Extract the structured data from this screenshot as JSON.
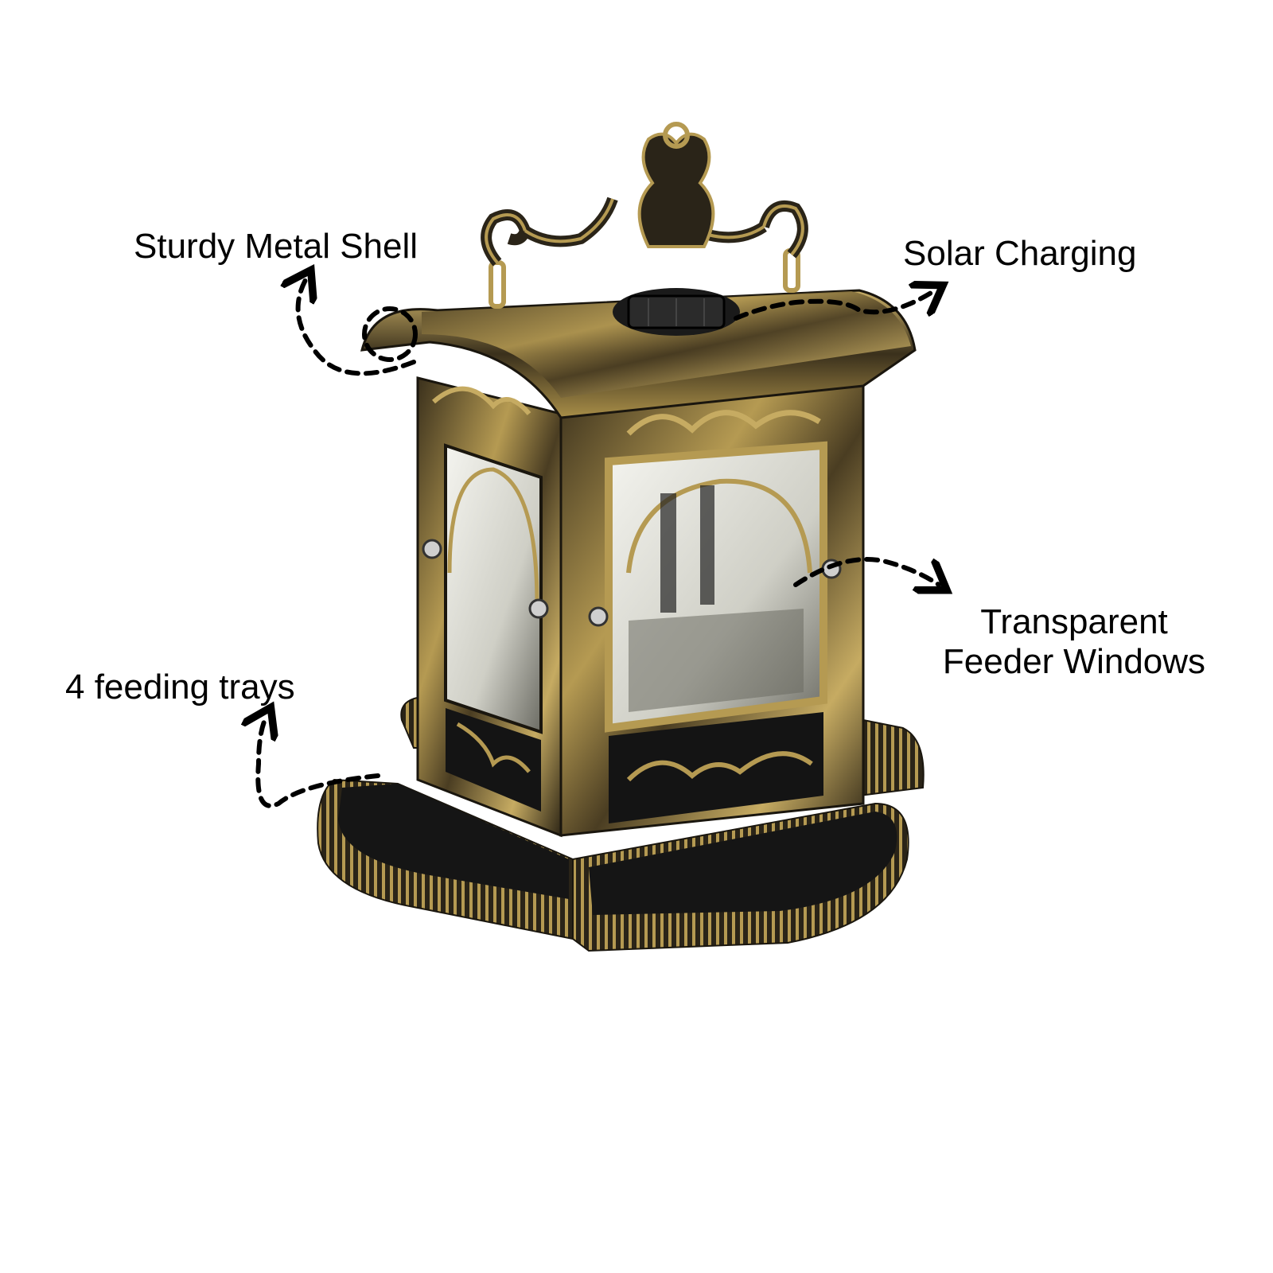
{
  "callouts": {
    "shell": "Sturdy Metal Shell",
    "solar": "Solar Charging",
    "windows_line1": "Transparent",
    "windows_line2": "Feeder Windows",
    "trays": "4 feeding trays"
  },
  "colors": {
    "brass": "#b59a52",
    "brass_light": "#d4bc74",
    "metal_dark": "#2a2418",
    "black": "#111111",
    "glass": "#9a9a8c"
  },
  "icons": [
    "dashed-arrow-icon",
    "dashed-circle-icon",
    "solar-panel-icon"
  ]
}
